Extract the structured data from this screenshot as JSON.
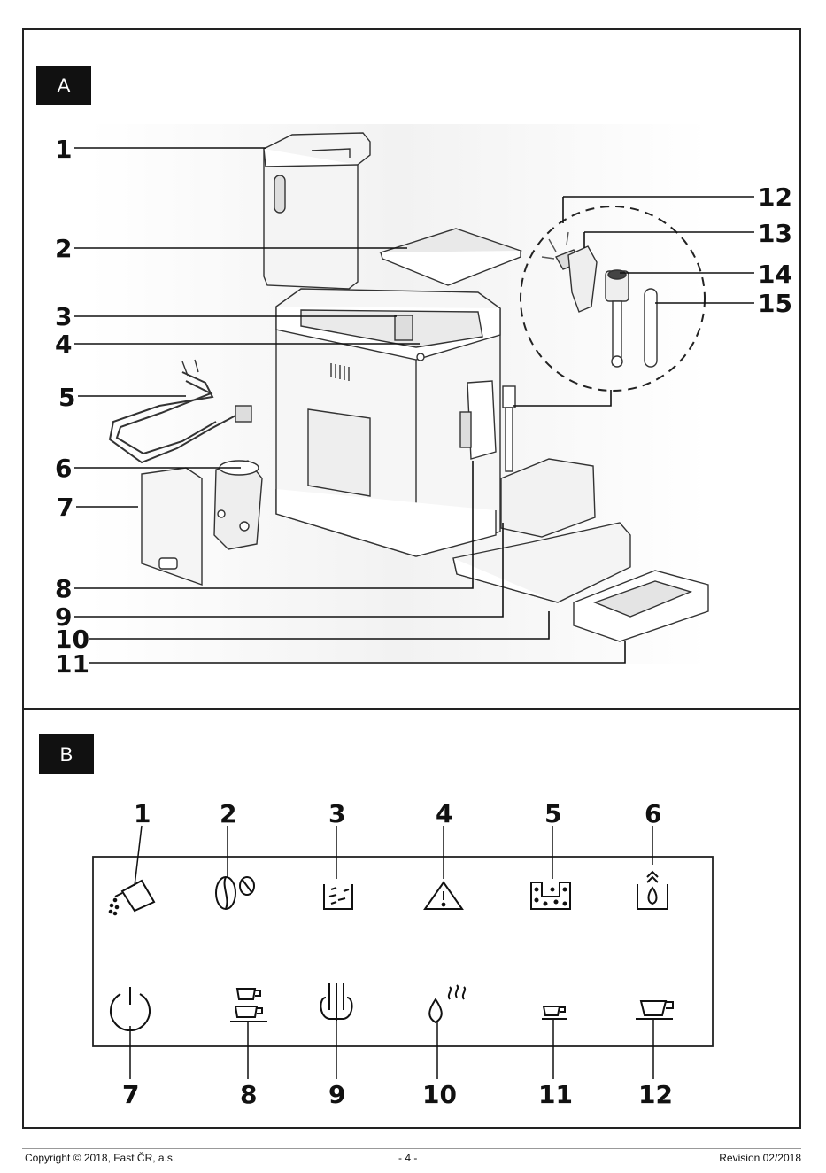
{
  "sections": {
    "a": "A",
    "b": "B"
  },
  "part_callouts": [
    "1",
    "2",
    "3",
    "4",
    "5",
    "6",
    "7",
    "8",
    "9",
    "10",
    "11",
    "12",
    "13",
    "14",
    "15"
  ],
  "panel_callouts_top": [
    "1",
    "2",
    "3",
    "4",
    "5",
    "6"
  ],
  "panel_callouts_bottom": [
    "7",
    "8",
    "9",
    "10",
    "11",
    "12"
  ],
  "panel_icons_top": [
    "milk-jug-pour-icon",
    "coffee-beans-icon",
    "grounds-container-icon",
    "warning-triangle-icon",
    "descale-icon",
    "water-tank-refill-icon"
  ],
  "panel_icons_bottom": [
    "power-icon",
    "double-cup-icon",
    "steam-nozzle-icon",
    "hot-water-icon",
    "espresso-cup-icon",
    "large-cup-icon"
  ],
  "footer": {
    "copyright": "Copyright © 2018, Fast ČR, a.s.",
    "page": "- 4 -",
    "revision": "Revision 02/2018"
  }
}
